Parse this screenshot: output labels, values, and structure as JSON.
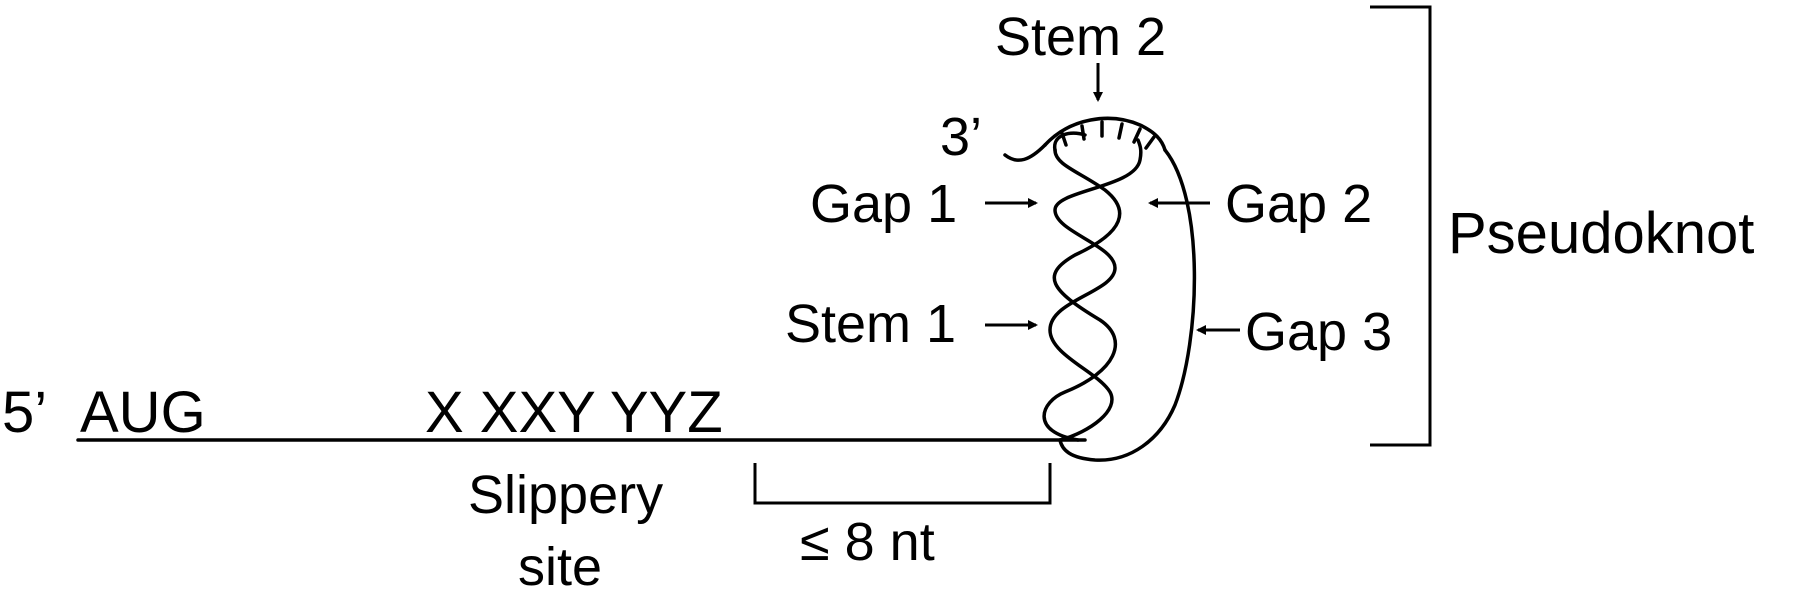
{
  "labels": {
    "five_prime": "5’",
    "aug": "AUG",
    "slippery_seq": "X XXY YYZ",
    "slippery_line1": "Slippery",
    "slippery_line2": "site",
    "spacer": "≤ 8 nt",
    "three_prime": "3’",
    "stem1": "Stem 1",
    "stem2": "Stem 2",
    "gap1": "Gap 1",
    "gap2": "Gap 2",
    "gap3": "Gap 3",
    "pseudoknot": "Pseudoknot"
  }
}
